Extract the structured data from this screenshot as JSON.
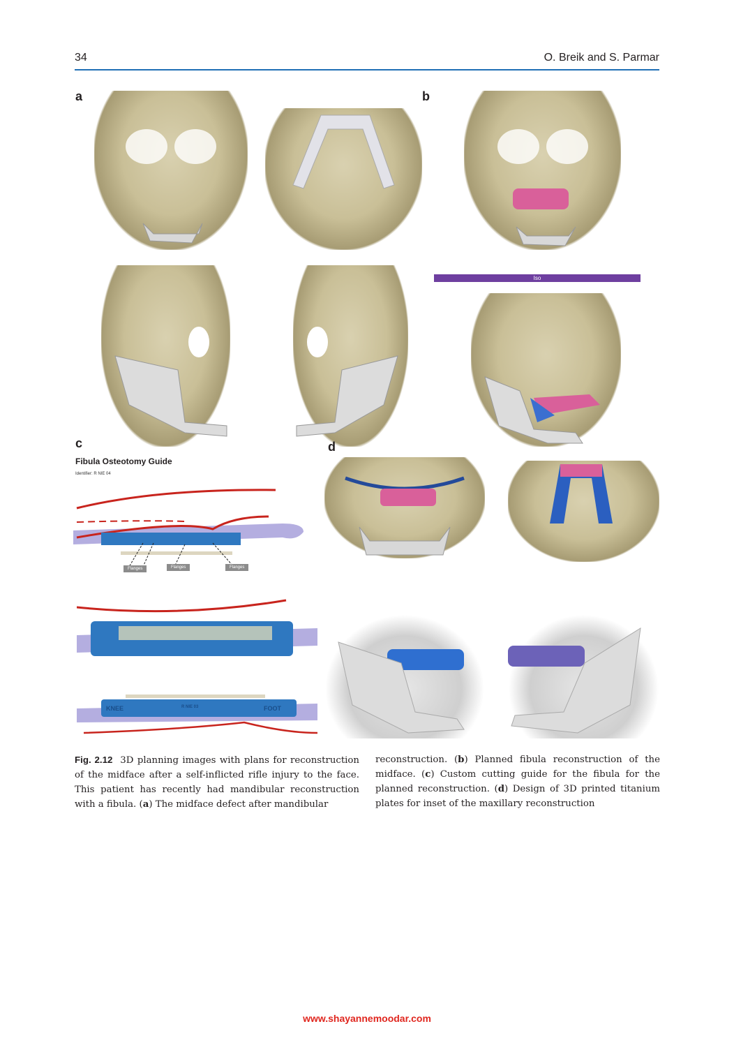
{
  "header": {
    "page_number": "34",
    "authors": "O. Breik and S. Parmar"
  },
  "panels": {
    "a": "a",
    "b": "b",
    "c": "c",
    "d": "d"
  },
  "panel_b": {
    "view_bar_label": "Iso"
  },
  "panel_c": {
    "title": "Fibula Osteotomy Guide",
    "identifier": "Identifier: R NIE 04",
    "flange_labels": [
      "Flanges",
      "Flanges",
      "Flanges"
    ],
    "guide_labels": {
      "knee": "KNEE",
      "id": "R NIE 03",
      "foot": "FOOT"
    }
  },
  "caption": {
    "fig_label": "Fig. 2.12",
    "col1": [
      "3D planning images with plans for reconstruction of the midface after a self-inflicted rifle injury to the face. This patient has recently had mandibular reconstruction with a fibula. (",
      "a",
      ") The midface defect after mandibular"
    ],
    "col2": [
      "reconstruction. (",
      "b",
      ") Planned fibula reconstruction of the midface. (",
      "c",
      ") Custom cutting guide for the fibula for the planned reconstruction. (",
      "d",
      ") Design of 3D printed titanium plates for inset of the maxillary reconstruction"
    ]
  },
  "footer": {
    "url": "www.shayannemoodar.com"
  }
}
